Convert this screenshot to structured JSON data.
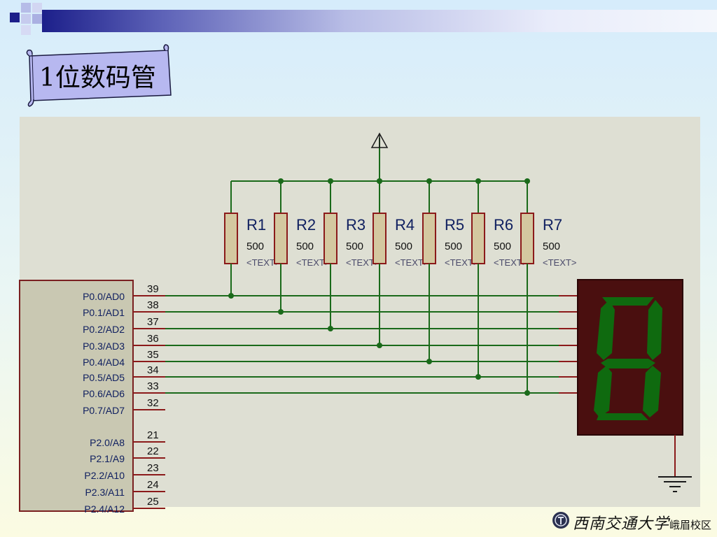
{
  "slide": {
    "title": "1位数码管",
    "footer": {
      "university": "西南交通大学",
      "campus": "峨眉校区"
    }
  },
  "schematic": {
    "resistors": [
      {
        "ref": "R1",
        "value": "500",
        "text": "<TEXT>"
      },
      {
        "ref": "R2",
        "value": "500",
        "text": "<TEXT>"
      },
      {
        "ref": "R3",
        "value": "500",
        "text": "<TEXT>"
      },
      {
        "ref": "R4",
        "value": "500",
        "text": "<TEXT>"
      },
      {
        "ref": "R5",
        "value": "500",
        "text": "<TEXT>"
      },
      {
        "ref": "R6",
        "value": "500",
        "text": "<TEXT>"
      },
      {
        "ref": "R7",
        "value": "500",
        "text": "<TEXT>"
      }
    ],
    "mcu_pins": [
      {
        "name": "P0.0/AD0",
        "number": "39"
      },
      {
        "name": "P0.1/AD1",
        "number": "38"
      },
      {
        "name": "P0.2/AD2",
        "number": "37"
      },
      {
        "name": "P0.3/AD3",
        "number": "36"
      },
      {
        "name": "P0.4/AD4",
        "number": "35"
      },
      {
        "name": "P0.5/AD5",
        "number": "34"
      },
      {
        "name": "P0.6/AD6",
        "number": "33"
      },
      {
        "name": "P0.7/AD7",
        "number": "32"
      },
      {
        "name": "P2.0/A8",
        "number": "21"
      },
      {
        "name": "P2.1/A9",
        "number": "22"
      },
      {
        "name": "P2.2/A10",
        "number": "23"
      },
      {
        "name": "P2.3/A11",
        "number": "24"
      },
      {
        "name": "P2.4/A12",
        "number": "25"
      }
    ],
    "display": {
      "digit": "8"
    },
    "colors": {
      "wire": "#1a6a1a",
      "resistor_fill": "#d4c8a0",
      "resistor_stroke": "#8b1a1a",
      "mcu_fill": "#c9c8b2",
      "display_bg": "#4a0f0f",
      "segment_on": "#0f6a0f",
      "pin_text": "#102060"
    }
  }
}
